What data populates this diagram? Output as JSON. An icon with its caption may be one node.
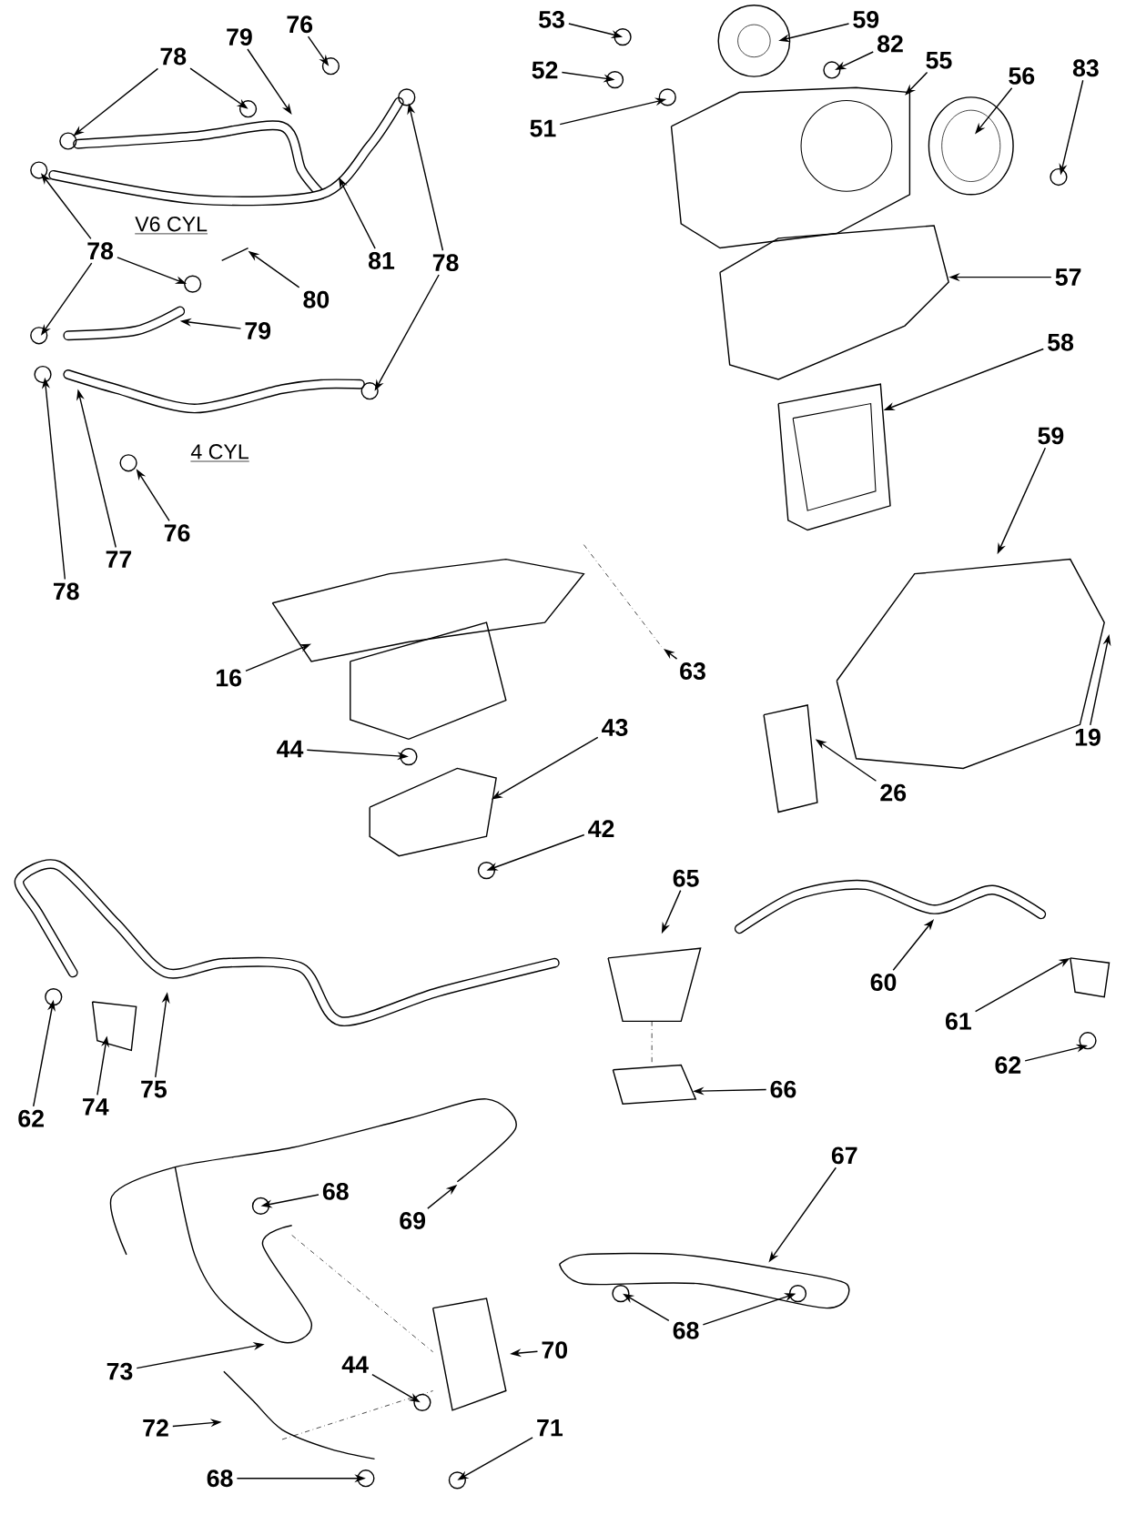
{
  "diagram": {
    "nodes": [
      {
        "text": [
          "78"
        ]
      },
      {
        "text": [
          "79"
        ]
      },
      {
        "text": [
          "76"
        ]
      },
      {
        "text": [
          "78"
        ]
      },
      {
        "text": [
          "81"
        ]
      },
      {
        "text": [
          "78"
        ]
      },
      {
        "text": [
          "80"
        ]
      },
      {
        "text": [
          "79"
        ]
      },
      {
        "text": [
          "78"
        ]
      },
      {
        "text": [
          "77"
        ]
      },
      {
        "text": [
          "76"
        ]
      },
      {
        "text": [
          "53"
        ]
      },
      {
        "text": [
          "52"
        ]
      },
      {
        "text": [
          "51"
        ]
      },
      {
        "text": [
          "59"
        ]
      },
      {
        "text": [
          "82"
        ]
      },
      {
        "text": [
          "55"
        ]
      },
      {
        "text": [
          "56"
        ]
      },
      {
        "text": [
          "83"
        ]
      },
      {
        "text": [
          "57"
        ]
      },
      {
        "text": [
          "58"
        ]
      },
      {
        "text": [
          "59"
        ]
      },
      {
        "text": [
          "16"
        ]
      },
      {
        "text": [
          "63"
        ]
      },
      {
        "text": [
          "44"
        ]
      },
      {
        "text": [
          "43"
        ]
      },
      {
        "text": [
          "19"
        ]
      },
      {
        "text": [
          "26"
        ]
      },
      {
        "text": [
          "42"
        ]
      },
      {
        "text": [
          "65"
        ]
      },
      {
        "text": [
          "60"
        ]
      },
      {
        "text": [
          "61"
        ]
      },
      {
        "text": [
          "62"
        ]
      },
      {
        "text": [
          "62"
        ]
      },
      {
        "text": [
          "74"
        ]
      },
      {
        "text": [
          "75"
        ]
      },
      {
        "text": [
          "66"
        ]
      },
      {
        "text": [
          "68"
        ]
      },
      {
        "text": [
          "69"
        ]
      },
      {
        "text": [
          "67"
        ]
      },
      {
        "text": [
          "68"
        ]
      },
      {
        "text": [
          "73"
        ]
      },
      {
        "text": [
          "70"
        ]
      },
      {
        "text": [
          "44"
        ]
      },
      {
        "text": [
          "72"
        ]
      },
      {
        "text": [
          "71"
        ]
      },
      {
        "text": [
          "68"
        ]
      }
    ],
    "edges": [
      {
        "from": 0,
        "to": null,
        "arrow": "to"
      },
      {
        "from": 0,
        "to": null,
        "arrow": "to"
      },
      {
        "from": 1,
        "to": null,
        "arrow": "to"
      },
      {
        "from": 2,
        "to": null,
        "arrow": "to"
      },
      {
        "from": 3,
        "to": null,
        "arrow": "to"
      },
      {
        "from": 3,
        "to": null,
        "arrow": "to"
      },
      {
        "from": 3,
        "to": null,
        "arrow": "to"
      },
      {
        "from": 4,
        "to": null,
        "arrow": "to"
      },
      {
        "from": 5,
        "to": null,
        "arrow": "to"
      },
      {
        "from": 5,
        "to": null,
        "arrow": "to"
      },
      {
        "from": 6,
        "to": null,
        "arrow": "to"
      },
      {
        "from": 7,
        "to": null,
        "arrow": "to"
      },
      {
        "from": 8,
        "to": null,
        "arrow": "to"
      },
      {
        "from": 9,
        "to": null,
        "arrow": "to"
      },
      {
        "from": 10,
        "to": null,
        "arrow": "to"
      },
      {
        "from": 11,
        "to": null,
        "arrow": "to"
      },
      {
        "from": 12,
        "to": null,
        "arrow": "to"
      },
      {
        "from": 13,
        "to": null,
        "arrow": "to"
      },
      {
        "from": 14,
        "to": null,
        "arrow": "to"
      },
      {
        "from": 15,
        "to": null,
        "arrow": "to"
      },
      {
        "from": 16,
        "to": null,
        "arrow": "to"
      },
      {
        "from": 17,
        "to": null,
        "arrow": "to"
      },
      {
        "from": 18,
        "to": null,
        "arrow": "to"
      },
      {
        "from": 19,
        "to": null,
        "arrow": "to"
      },
      {
        "from": 20,
        "to": null,
        "arrow": "to"
      },
      {
        "from": 21,
        "to": null,
        "arrow": "to"
      },
      {
        "from": 22,
        "to": null,
        "arrow": "to"
      },
      {
        "from": 23,
        "to": null,
        "arrow": "to"
      },
      {
        "from": 24,
        "to": null,
        "arrow": "to"
      },
      {
        "from": 25,
        "to": null,
        "arrow": "to"
      },
      {
        "from": 26,
        "to": null,
        "arrow": "to"
      },
      {
        "from": 27,
        "to": null,
        "arrow": "to"
      },
      {
        "from": 28,
        "to": null,
        "arrow": "to"
      },
      {
        "from": 29,
        "to": null,
        "arrow": "to"
      },
      {
        "from": 30,
        "to": null,
        "arrow": "to"
      },
      {
        "from": 31,
        "to": null,
        "arrow": "to"
      },
      {
        "from": 32,
        "to": null,
        "arrow": "to"
      },
      {
        "from": 33,
        "to": null,
        "arrow": "to"
      },
      {
        "from": 34,
        "to": null,
        "arrow": "to"
      },
      {
        "from": 35,
        "to": null,
        "arrow": "to"
      },
      {
        "from": 36,
        "to": null,
        "arrow": "to"
      },
      {
        "from": 37,
        "to": null,
        "arrow": "to"
      },
      {
        "from": 38,
        "to": null,
        "arrow": "to"
      },
      {
        "from": 39,
        "to": null,
        "arrow": "to"
      },
      {
        "from": 40,
        "to": null,
        "arrow": "to"
      },
      {
        "from": 40,
        "to": null,
        "arrow": "to"
      },
      {
        "from": 41,
        "to": null,
        "arrow": "to"
      },
      {
        "from": 42,
        "to": null,
        "arrow": "to"
      },
      {
        "from": 43,
        "to": null,
        "arrow": "to"
      },
      {
        "from": 44,
        "to": null,
        "arrow": "to"
      },
      {
        "from": 45,
        "to": null,
        "arrow": "to"
      },
      {
        "from": 46,
        "to": null,
        "arrow": "to"
      }
    ],
    "labels": [
      "V6 CYL",
      "4 CYL"
    ]
  }
}
